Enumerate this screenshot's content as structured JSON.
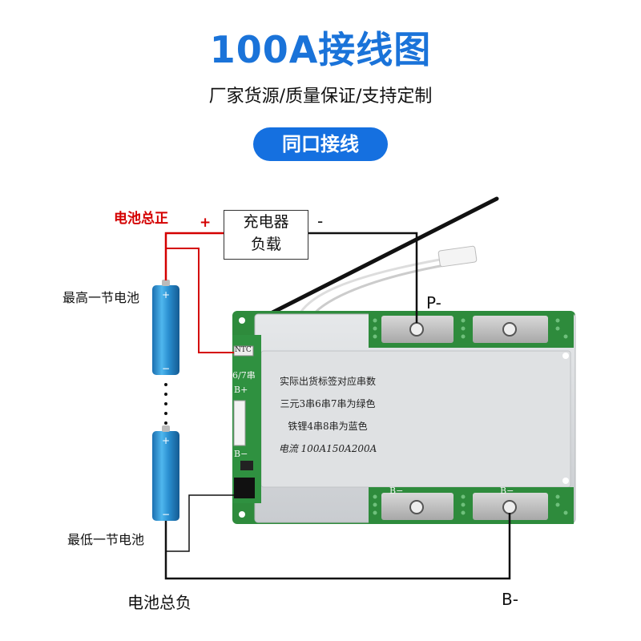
{
  "header": {
    "title": "100A接线图",
    "subtitle": "厂家货源/质量保证/支持定制",
    "section_label": "同口接线"
  },
  "diagram": {
    "battery_pos_label": "电池总正",
    "battery_neg_label": "电池总负",
    "top_cell_label": "最高一节电池",
    "bottom_cell_label": "最低一节电池",
    "charger_line1": "充电器",
    "charger_line2": "负载",
    "plus_sign": "+",
    "minus_sign": "-",
    "p_minus": "P-",
    "b_minus": "B-",
    "board_b_plus": "B+",
    "board_b_minus": "B−",
    "board_ntc": "NTC",
    "board_series": "6/7串",
    "pad_b_minus_1": "B−",
    "pad_b_minus_2": "B−",
    "plate_lines": [
      "实际出货标签对应串数",
      "三元3串6串7串为绿色",
      "铁锂4串8串为蓝色",
      "电流 100A150A200A"
    ]
  },
  "colors": {
    "title": "#1a73d9",
    "pill": "#1570e0",
    "pos_wire": "#d40000",
    "neg_wire": "#111111",
    "pcb": "#2e8b3c",
    "battery": "#2a8fd0"
  }
}
